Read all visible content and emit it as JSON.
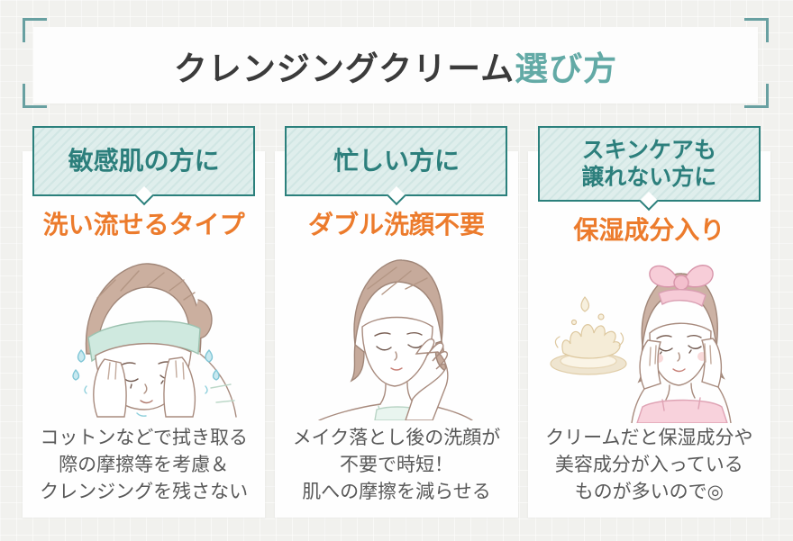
{
  "header": {
    "title_main": "クレンジングクリーム",
    "title_accent": "選び方"
  },
  "colors": {
    "accent_teal": "#63aaa6",
    "bubble_border_teal": "#2b807c",
    "bubble_fill": "#dfeeec",
    "catch_orange": "#ec7b2c",
    "bracket_teal": "#68a0a1",
    "text_dark": "#3b3b3b",
    "desc_gray": "#585858"
  },
  "columns": [
    {
      "bubble_line1": "敏感肌の方に",
      "catch": "洗い流せるタイプ",
      "illustration": "woman washing face with headband and water splashes",
      "desc_line1": "コットンなどで拭き取る",
      "desc_line2": "際の摩擦等を考慮＆",
      "desc_line3": "クレンジングを残さない"
    },
    {
      "bubble_line1": "忙しい方に",
      "catch": "ダブル洗顔不要",
      "illustration": "woman touching her cheek with one hand",
      "desc_line1": "メイク落とし後の洗顔が",
      "desc_line2": "不要で時短！",
      "desc_line3": "肌への摩擦を減らせる"
    },
    {
      "bubble_line1": "スキンケアも",
      "bubble_line2": "譲れない方に",
      "catch": "保湿成分入り",
      "illustration": "woman with pink bow headband beside cream splash",
      "desc_line1": "クリームだと保湿成分や",
      "desc_line2": "美容成分が入っている",
      "desc_line3": "ものが多いので◎"
    }
  ]
}
